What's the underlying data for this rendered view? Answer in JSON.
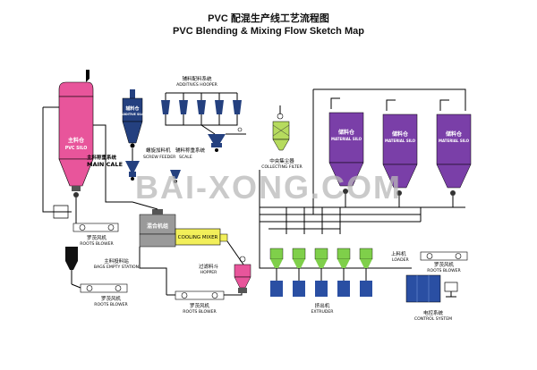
{
  "title_cn": "PVC 配混生产线工艺流程图",
  "title_en": "PVC Blending & Mixing Flow Sketch Map",
  "watermark": "BAI-XONG.COM",
  "labels": {
    "main_silo_cn": "主料仓",
    "main_silo_en": "PVC SILO",
    "additive_silo_cn": "辅料仓",
    "additive_silo_en": "ADDITIVE SILO",
    "main_scale_cn": "主料称重系统",
    "main_scale_en": "MAIN CALE",
    "screw_feeder_cn": "螺旋加料机",
    "screw_feeder_en": "SCREW FEEDER",
    "additives_hopper_cn": "辅料配料系统",
    "additives_hopper_en": "ADDITIVES HOOPER",
    "aux_scale_cn": "辅料称重系统",
    "aux_scale_en": "SCALE",
    "collecting_filter_cn": "中央集尘器",
    "collecting_filter_en": "COLLECTING FILTER",
    "material_silo_cn": "储料仓",
    "material_silo_en": "MATERIAL SILO",
    "roots_blower_cn": "罗茨风机",
    "roots_blower_en": "ROOTS BLOWER",
    "bags_station_cn": "主料投料站",
    "bags_station_en": "BAGS EMPTY STATION",
    "mixer_cn": "混合机组",
    "cooling_mixer_en": "COOLING MIXER",
    "filter_hopper_cn": "过滤料斗",
    "filter_hopper_en": "HOPPER",
    "loader_cn": "上料机",
    "loader_en": "LOADER",
    "extruder_cn": "挤出机",
    "extruder_en": "EXTRUDER",
    "control_cn": "电控系统",
    "control_en": "CONTROL SYSTEM"
  },
  "colors": {
    "pvc_silo": "#e8559b",
    "material_silo": "#7a3fa8",
    "additive_silo": "#24407f",
    "mixer_gray": "#9a9a9a",
    "cooling_mixer": "#f2ef5a",
    "loader_green": "#7fcf4a",
    "extruder_blue": "#2a4fa3",
    "watermark": "#b9b9b9"
  }
}
